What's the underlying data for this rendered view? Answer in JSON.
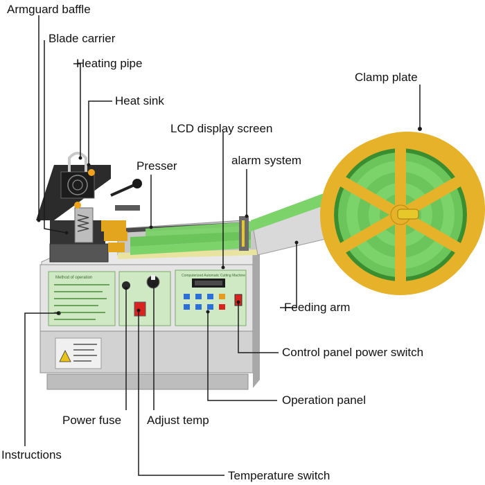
{
  "labels": {
    "armguard_baffle": "Armguard baffle",
    "blade_carrier": "Blade carrier",
    "heating_pipe": "Heating pipe",
    "heat_sink": "Heat sink",
    "clamp_plate": "Clamp plate",
    "lcd_display_screen": "LCD display screen",
    "presser": "Presser",
    "alarm_system": "alarm system",
    "feeding_arm": "Feeding arm",
    "control_panel_power_switch": "Control panel power switch",
    "operation_panel": "Operation panel",
    "power_fuse": "Power fuse",
    "adjust_temp": "Adjust temp",
    "instructions": "Instructions",
    "temperature_switch": "Temperature switch"
  },
  "panel_text": {
    "method_title": "Method of operation",
    "control_title": "Computerized Automatic Cutting Machine"
  },
  "colors": {
    "ribbon_green": "#7cd36a",
    "reel_yellow": "#e6b22a",
    "panel_green": "#cfe9c4",
    "machine_gray": "#d9d9d9"
  }
}
